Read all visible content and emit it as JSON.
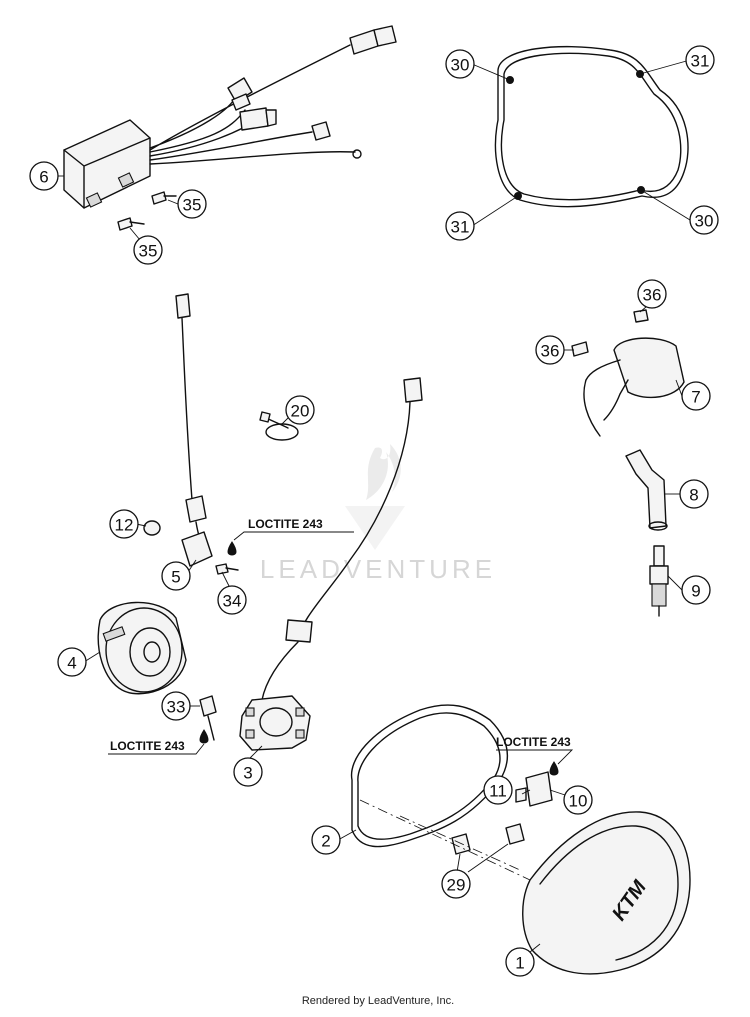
{
  "callouts": {
    "c1": "1",
    "c2": "2",
    "c3": "3",
    "c4": "4",
    "c5": "5",
    "c6": "6",
    "c7": "7",
    "c8": "8",
    "c9": "9",
    "c10": "10",
    "c11": "11",
    "c12": "12",
    "c20": "20",
    "c29": "29",
    "c30": "30",
    "c31": "31",
    "c33": "33",
    "c34": "34",
    "c35": "35",
    "c36": "36"
  },
  "loctite_label": "LOCTITE 243",
  "watermark": "LEADVENTURE",
  "footer": "Rendered by LeadVenture, Inc.",
  "cover_logo": "KTM",
  "colors": {
    "line": "#111111",
    "background": "#ffffff",
    "watermark": "#d6d6d6"
  }
}
